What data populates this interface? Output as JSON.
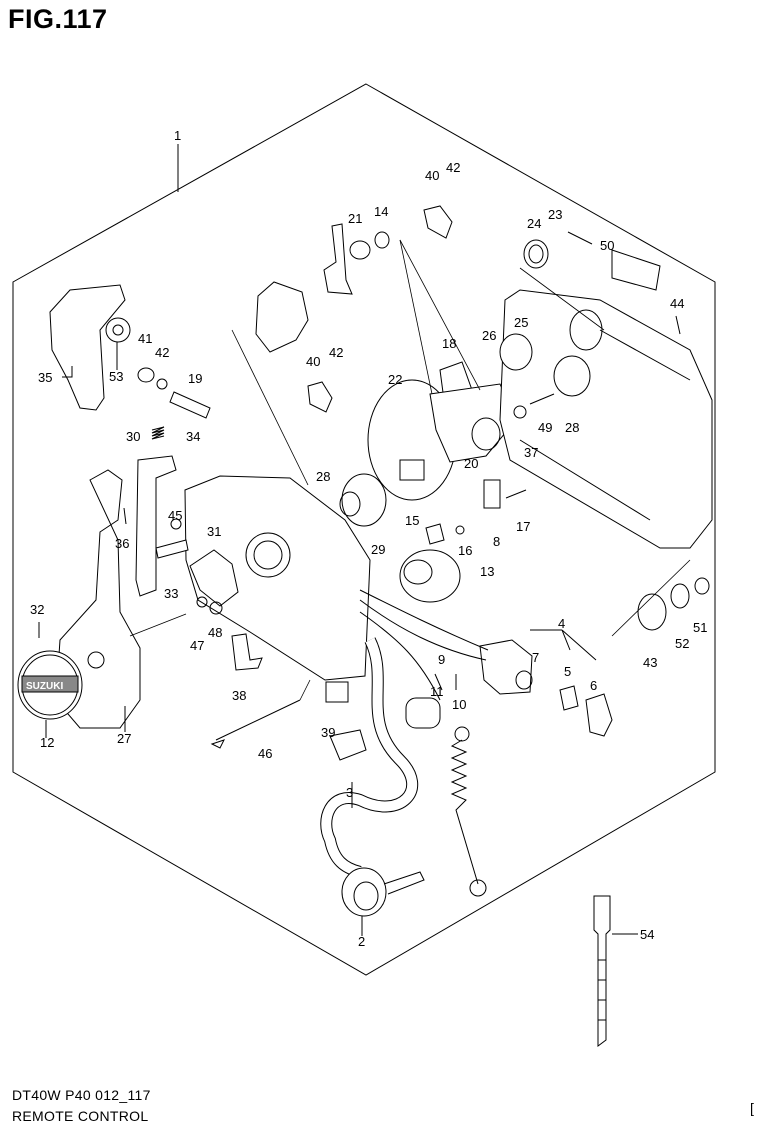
{
  "figure": {
    "title": "FIG.117"
  },
  "footer": {
    "model_code": "DT40W P40 012_117",
    "section_name": "REMOTE CONTROL",
    "corner_mark": "["
  },
  "callouts": {
    "c1": "1",
    "c2": "2",
    "c3": "3",
    "c4": "4",
    "c5": "5",
    "c6": "6",
    "c7": "7",
    "c8": "8",
    "c9": "9",
    "c10": "10",
    "c11": "11",
    "c12": "12",
    "c13": "13",
    "c14": "14",
    "c15": "15",
    "c16": "16",
    "c17": "17",
    "c18": "18",
    "c19": "19",
    "c20": "20",
    "c21": "21",
    "c22": "22",
    "c23": "23",
    "c24": "24",
    "c25": "25",
    "c26": "26",
    "c27": "27",
    "c28a": "28",
    "c28b": "28",
    "c29": "29",
    "c30": "30",
    "c31": "31",
    "c32": "32",
    "c33": "33",
    "c34": "34",
    "c35": "35",
    "c36": "36",
    "c37": "37",
    "c38": "38",
    "c39": "39",
    "c40a": "40",
    "c40b": "40",
    "c41": "41",
    "c42a": "42",
    "c42b": "42",
    "c42c": "42",
    "c43": "43",
    "c44": "44",
    "c45": "45",
    "c46": "46",
    "c47": "47",
    "c48": "48",
    "c49": "49",
    "c50": "50",
    "c51": "51",
    "c52": "52",
    "c53": "53",
    "c54": "54"
  },
  "badge": {
    "brand": "SUZUKI"
  },
  "colors": {
    "ink": "#000000",
    "paper": "#ffffff",
    "shade": "#c8c8c8"
  }
}
